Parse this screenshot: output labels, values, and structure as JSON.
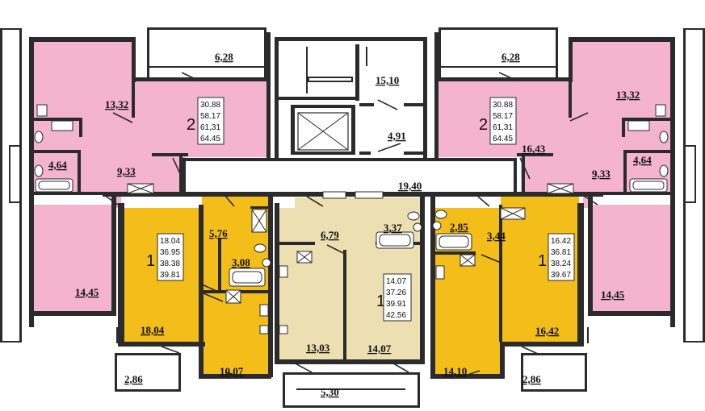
{
  "colors": {
    "two_room": "#f4b3cf",
    "one_room_left": "#f3be19",
    "one_room_center": "#ecdfb1",
    "one_room_right": "#f3be19",
    "wall": "#2b2b2b"
  },
  "rooms": {
    "l_balcony": "6,28",
    "l_kitchen": "13,32",
    "l_wc": "4,64",
    "l_hall": "9,33",
    "l_bedroom": "14,45",
    "stair": "15,10",
    "lift_hall": "4,91",
    "corridor": "19,40",
    "r_balcony": "6,28",
    "r_kitchen": "13,32",
    "r_living": "16,43",
    "r_wc": "4,64",
    "r_hall": "9,33",
    "r_bedroom": "14,45",
    "a_hall": "5,76",
    "a_bath": "3,08",
    "a_room": "18,04",
    "a_kitchen": "10,07",
    "a_balcony": "2,86",
    "b_hall": "6,79",
    "b_bath": "3,37",
    "b_kitchen": "13,03",
    "b_room": "14,07",
    "b_balcony": "5,30",
    "c_bath": "2,85",
    "c_hall": "3,44",
    "c_room": "16,42",
    "c_kitchen": "14,10",
    "c_balcony": "2,86"
  },
  "apartments": {
    "left2": {
      "rooms": "2",
      "areas": [
        "30.88",
        "58.17",
        "61,31",
        "64.45"
      ]
    },
    "right2": {
      "rooms": "2",
      "areas": [
        "30.88",
        "58.17",
        "61,31",
        "64.45"
      ]
    },
    "a": {
      "rooms": "1",
      "areas": [
        "18.04",
        "36.95",
        "38.38",
        "39.81"
      ]
    },
    "b": {
      "rooms": "1",
      "areas": [
        "14.07",
        "37.26",
        "39.91",
        "42.56"
      ]
    },
    "c": {
      "rooms": "1",
      "areas": [
        "16.42",
        "36.81",
        "38.24",
        "39.67"
      ]
    }
  }
}
